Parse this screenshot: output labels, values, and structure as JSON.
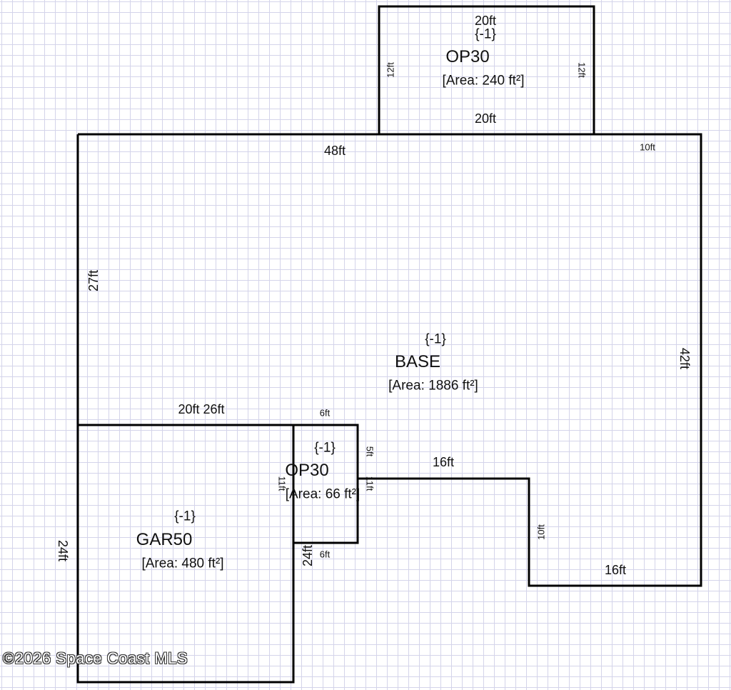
{
  "areas": {
    "op30_top": {
      "name": "OP30",
      "code": "{-1}",
      "area": "[Area: 240 ft²]"
    },
    "base": {
      "name": "BASE",
      "code": "{-1}",
      "area": "[Area: 1886 ft²]"
    },
    "op30_small": {
      "name": "OP30",
      "code": "{-1}",
      "area": "[Area: 66 ft²]"
    },
    "gar50": {
      "name": "GAR50",
      "code": "{-1}",
      "area": "[Area: 480 ft²]"
    }
  },
  "dimensions": {
    "op_top_width_top": "20ft",
    "op_top_height_left": "12ft",
    "op_top_height_right": "12ft",
    "op_top_width_bottom": "20ft",
    "base_top": "48ft",
    "base_top_right": "10ft",
    "base_left": "27ft",
    "base_right": "42ft",
    "base_bottom_left": "20ft 26ft",
    "op_small_top": "6ft",
    "op_small_right": "5ft",
    "op_small_left": "11ft",
    "op_small_right_lower": "11ft",
    "op_small_bottom": "6ft",
    "notch_top": "16ft",
    "notch_side": "10ft",
    "notch_bottom": "16ft",
    "gar_left": "24ft",
    "gar_right": "24ft"
  },
  "watermark": "©2026 Space Coast MLS"
}
